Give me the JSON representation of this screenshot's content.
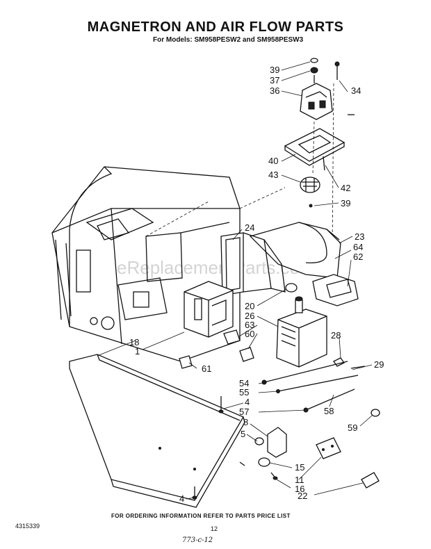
{
  "title": "MAGNETRON AND AIR FLOW PARTS",
  "subtitle": "For Models: SM958PESW2 and SM958PESW3",
  "watermark": "eReplacementParts.com",
  "footer": "FOR ORDERING INFORMATION REFER TO PARTS PRICE LIST",
  "doc_number": "4315339",
  "page_number": "12",
  "handwritten_note": "773-c-12",
  "callouts": [
    "39",
    "37",
    "36",
    "34",
    "40",
    "43",
    "42",
    "39",
    "24",
    "23",
    "64",
    "62",
    "20",
    "26",
    "63",
    "60",
    "28",
    "29",
    "18",
    "1",
    "61",
    "54",
    "55",
    "4",
    "57",
    "58",
    "8",
    "5",
    "59",
    "15",
    "11",
    "16",
    "22",
    "4"
  ]
}
